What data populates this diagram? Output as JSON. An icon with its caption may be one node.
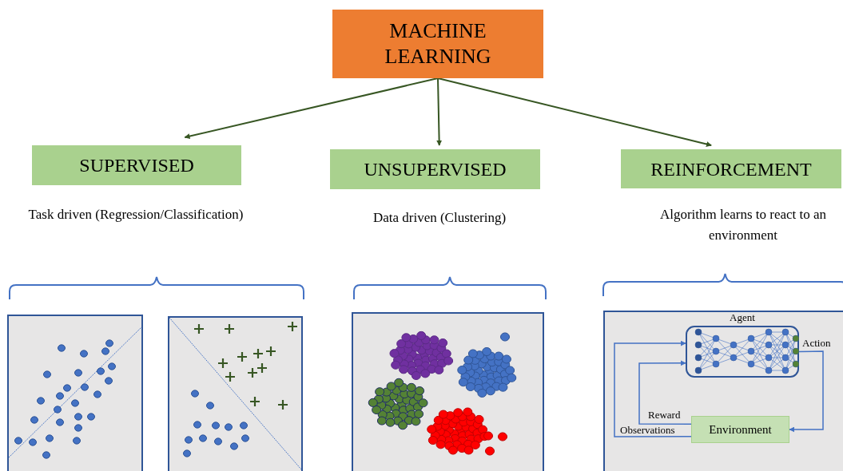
{
  "diagram": {
    "nodes": [
      {
        "text": [
          "MACHINE LEARNING"
        ]
      },
      {
        "text": [
          "SUPERVISED"
        ],
        "beside": [
          "Task driven (Regression/Classification)"
        ]
      },
      {
        "text": [
          "UNSUPERVISED"
        ],
        "beside": [
          "Data driven (Clustering)"
        ]
      },
      {
        "text": [
          "REINFORCEMENT"
        ],
        "beside": [
          "Algorithm learns to react to an environment"
        ]
      },
      {
        "text": [
          "Agent"
        ]
      },
      {
        "text": [
          "Environment"
        ]
      }
    ],
    "edges": [
      {
        "from": 0,
        "to": 1,
        "arrow": "to",
        "color": "#375623"
      },
      {
        "from": 0,
        "to": 2,
        "arrow": "to",
        "color": "#375623"
      },
      {
        "from": 0,
        "to": 3,
        "arrow": "to",
        "color": "#375623"
      },
      {
        "from": 4,
        "to": 5,
        "arrow": "to",
        "label": "Action",
        "color": "#4472c4"
      },
      {
        "from": 5,
        "to": 4,
        "arrow": "to",
        "label": "Reward",
        "color": "#4472c4"
      },
      {
        "from": 5,
        "to": 4,
        "arrow": "to",
        "label": "Observations",
        "color": "#4472c4"
      }
    ]
  }
}
